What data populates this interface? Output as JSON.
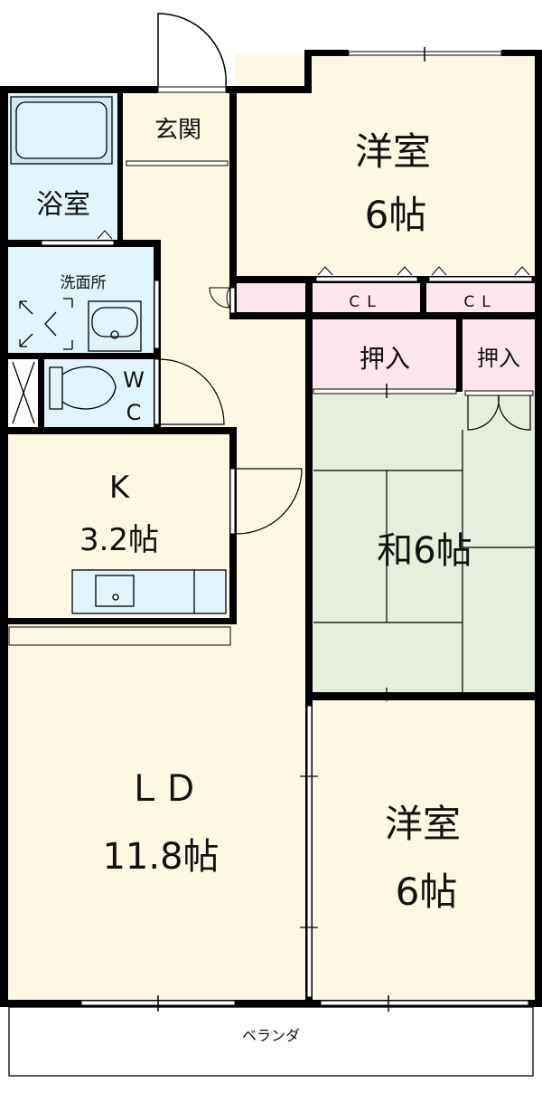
{
  "colors": {
    "living": "#fdf8e4",
    "wet": "#e1f3fb",
    "storage": "#fde5ed",
    "tatami": "#e6eedc",
    "wall": "#000000"
  },
  "rooms": {
    "western_north": {
      "name": "洋室",
      "size": "6帖"
    },
    "entrance": {
      "name": "玄関"
    },
    "bath": {
      "name": "浴室"
    },
    "washroom": {
      "name": "洗面所"
    },
    "wc": {
      "line1": "W",
      "line2": "C"
    },
    "kitchen": {
      "name": "K",
      "size": "3.2帖"
    },
    "closet_1": {
      "name": "CL"
    },
    "closet_2": {
      "name": "CL"
    },
    "oshiire_1": {
      "name": "押入"
    },
    "oshiire_2": {
      "name": "押入"
    },
    "japanese": {
      "name": "和6帖"
    },
    "living_dining": {
      "name": "ＬＤ",
      "size": "11.8帖"
    },
    "western_south": {
      "name": "洋室",
      "size": "6帖"
    },
    "balcony": {
      "name": "ベランダ"
    }
  }
}
